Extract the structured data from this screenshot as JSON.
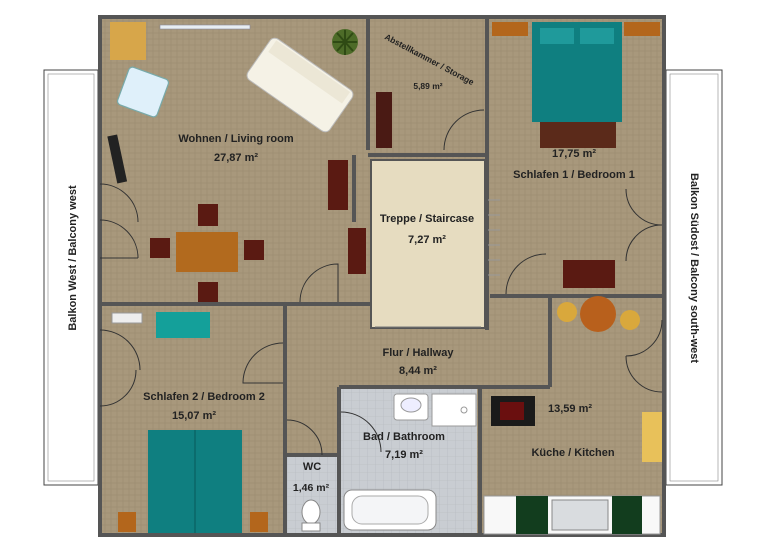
{
  "rooms": {
    "living": {
      "name": "Wohnen / Living room",
      "area": "27,87 m²"
    },
    "storage": {
      "name": "Abstellkammer / Storage",
      "area": "5,89 m²"
    },
    "bedroom1": {
      "name": "Schlafen 1 / Bedroom 1",
      "area": "17,75 m²"
    },
    "staircase": {
      "name": "Treppe / Staircase",
      "area": "7,27 m²"
    },
    "hallway": {
      "name": "Flur / Hallway",
      "area": "8,44 m²"
    },
    "bedroom2": {
      "name": "Schlafen 2 / Bedroom 2",
      "area": "15,07 m²"
    },
    "wc": {
      "name": "WC",
      "area": "1,46 m²"
    },
    "bathroom": {
      "name": "Bad / Bathroom",
      "area": "7,19 m²"
    },
    "kitchen": {
      "name": "Küche / Kitchen",
      "area": "13,59 m²"
    }
  },
  "balconies": {
    "west": "Balkon West / Balcony west",
    "southeast": "Balkon Südost / Balcony south-west"
  },
  "colors": {
    "floor": "#a8987c",
    "wall": "#555555",
    "teal": "#0f7f80",
    "wood": "#5a1a12"
  }
}
